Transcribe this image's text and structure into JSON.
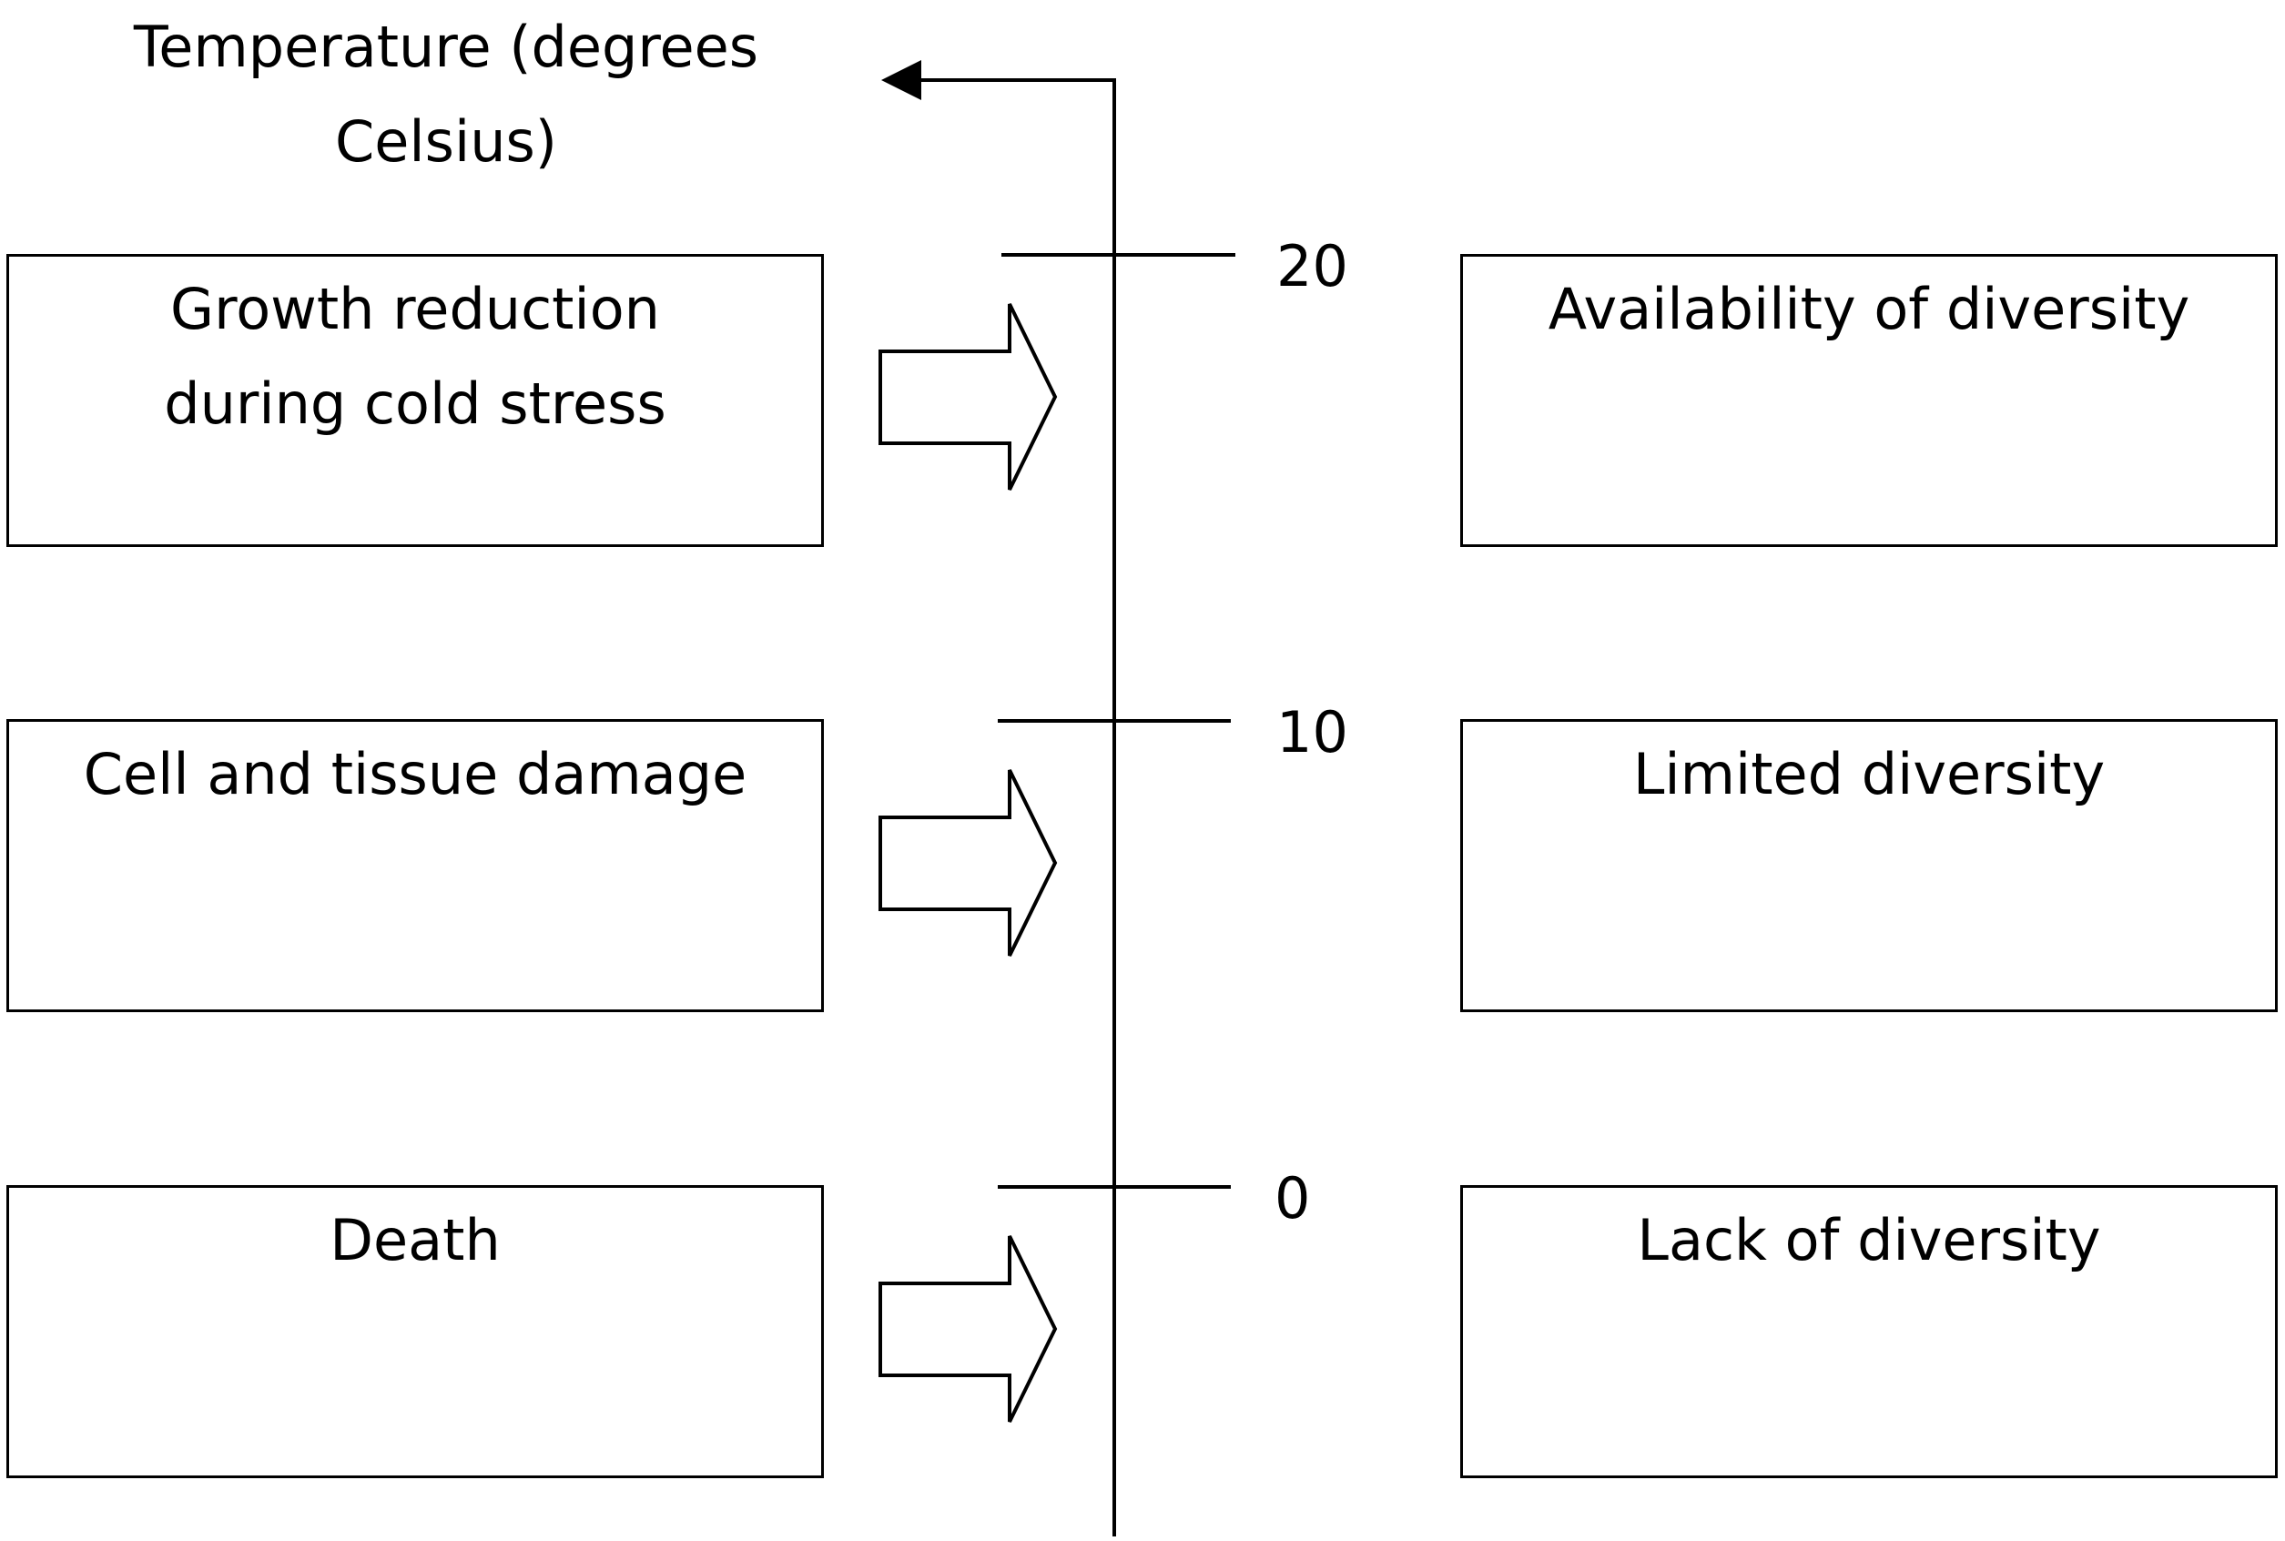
{
  "axis": {
    "title_line1": "Temperature (degrees",
    "title_line2": "Celsius)",
    "ticks": [
      {
        "label": "20"
      },
      {
        "label": "10"
      },
      {
        "label": "0"
      }
    ]
  },
  "effects": [
    {
      "text": "Growth reduction\nduring cold stress"
    },
    {
      "text": "Cell and tissue damage"
    },
    {
      "text": "Death"
    }
  ],
  "diversity": [
    {
      "text": "Availability of diversity"
    },
    {
      "text": "Limited diversity"
    },
    {
      "text": "Lack of diversity"
    }
  ],
  "colors": {
    "stroke": "#000000",
    "background": "#ffffff"
  }
}
